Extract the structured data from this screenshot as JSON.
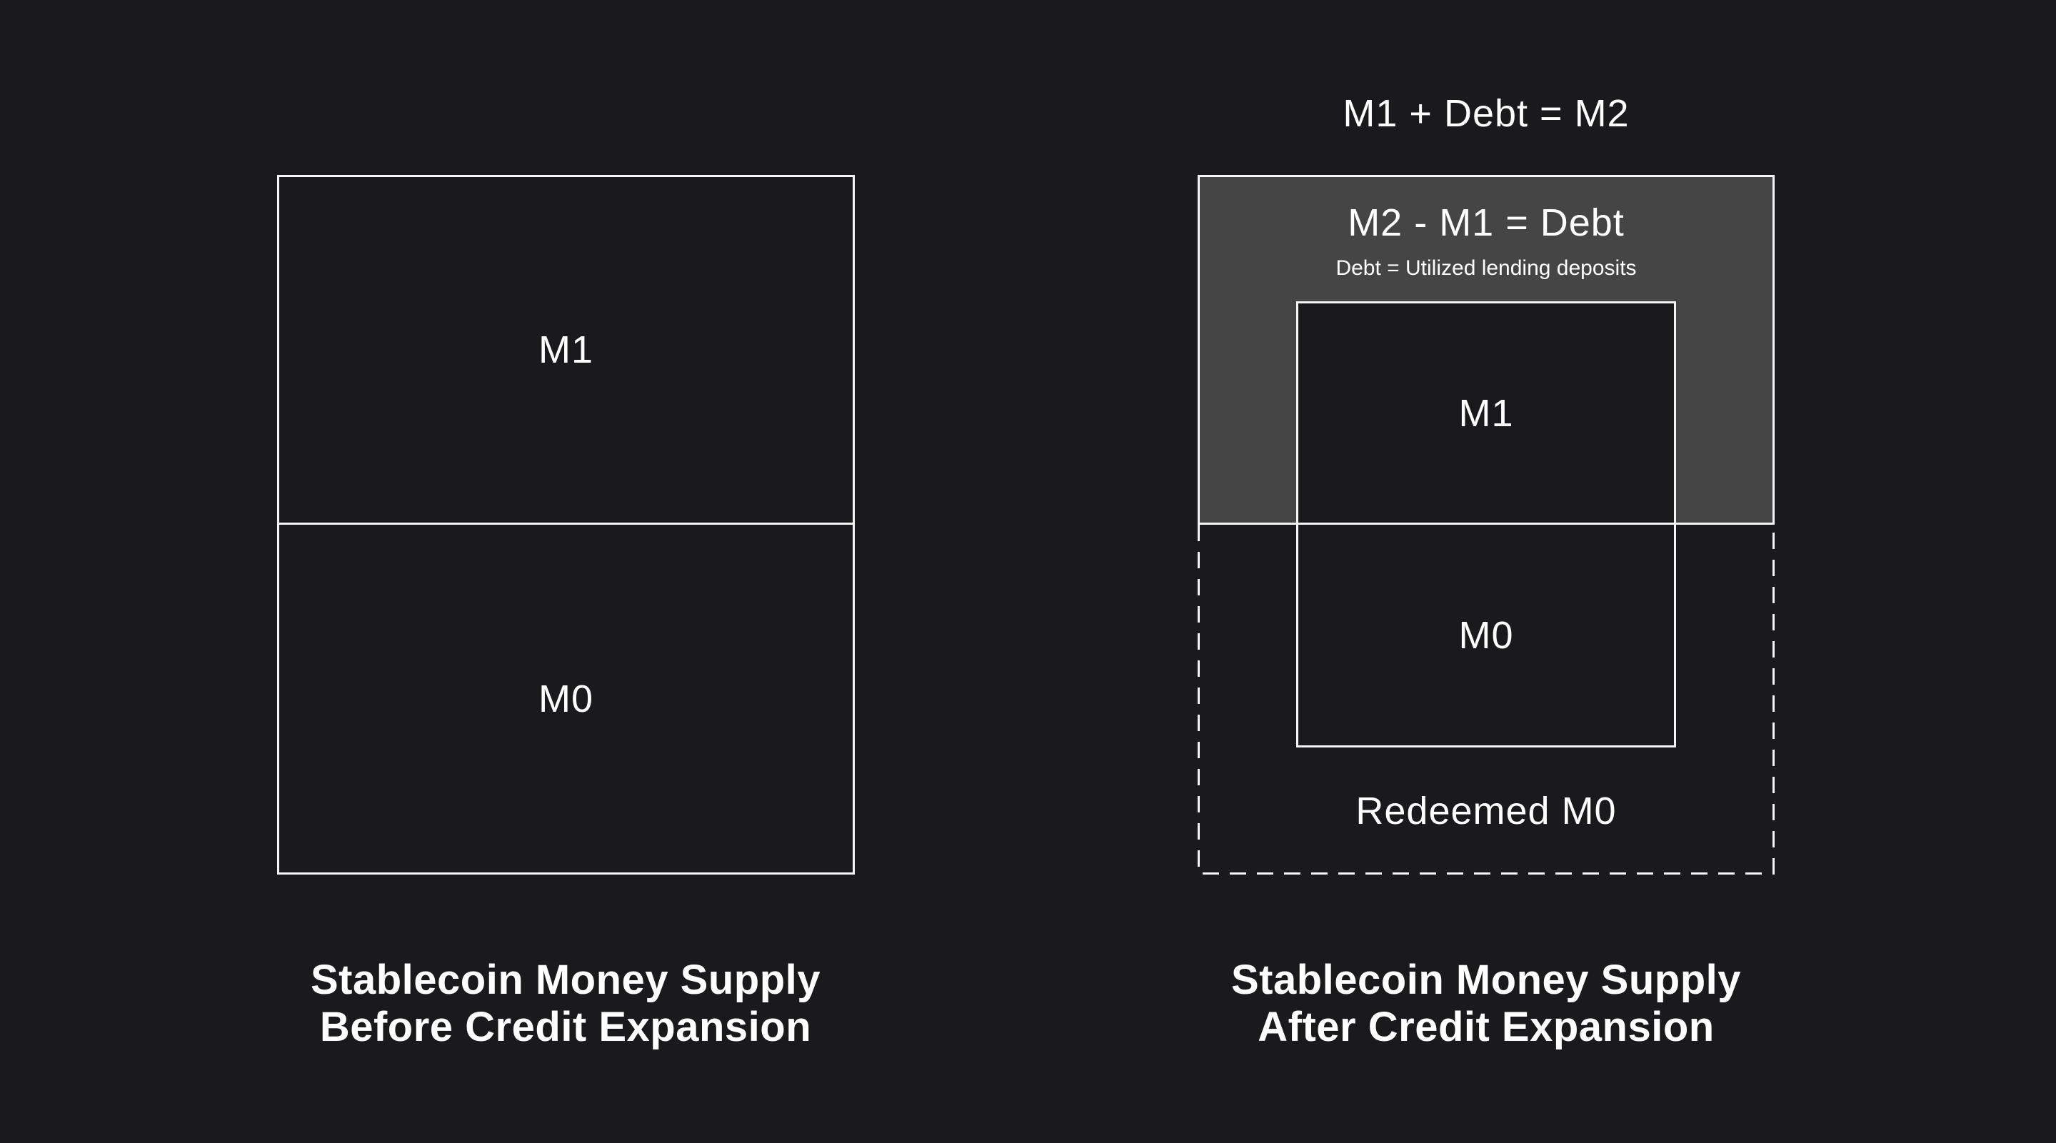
{
  "colors": {
    "background": "#1a1a1c",
    "line_white": "#f5f5f5",
    "text_white": "#ffffff",
    "debt_band_gray": "#454545"
  },
  "left_panel": {
    "box": {
      "m1_label": "M1",
      "m0_label": "M0"
    },
    "caption_line1": "Stablecoin Money Supply",
    "caption_line2": "Before Credit Expansion"
  },
  "right_panel": {
    "title": "M1 + Debt = M2",
    "debt_band": {
      "heading": "M2 - M1 = Debt",
      "subheading": "Debt = Utilized lending deposits"
    },
    "inner_box": {
      "m1_label": "M1",
      "m0_label": "M0"
    },
    "redeemed_label": "Redeemed M0",
    "caption_line1": "Stablecoin Money Supply",
    "caption_line2": "After Credit Expansion"
  }
}
